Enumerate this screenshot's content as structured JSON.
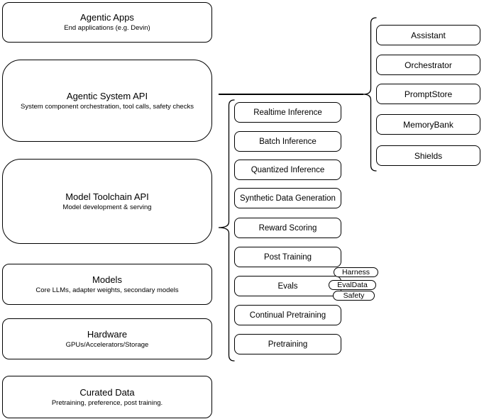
{
  "stack": {
    "layers": [
      {
        "title": "Agentic Apps",
        "subtitle": "End applications (e.g. Devin)"
      },
      {
        "title": "Agentic System API",
        "subtitle": "System component orchestration, tool calls, safety checks"
      },
      {
        "title": "Model Toolchain API",
        "subtitle": "Model development & serving"
      },
      {
        "title": "Models",
        "subtitle": "Core LLMs, adapter weights, secondary models"
      },
      {
        "title": "Hardware",
        "subtitle": "GPUs/Accelerators/Storage"
      },
      {
        "title": "Curated Data",
        "subtitle": "Pretraining, preference, post training."
      }
    ]
  },
  "toolchain": {
    "items": [
      "Realtime Inference",
      "Batch Inference",
      "Quantized Inference",
      "Synthetic Data Generation",
      "Reward Scoring",
      "Post Training",
      "Evals",
      "Continual Pretraining",
      "Pretraining"
    ]
  },
  "evals": {
    "tags": [
      "Harness",
      "EvalData",
      "Safety"
    ]
  },
  "components": {
    "items": [
      "Assistant",
      "Orchestrator",
      "PromptStore",
      "MemoryBank",
      "Shields"
    ]
  },
  "colors": {
    "stroke": "#000000",
    "fill": "#ffffff",
    "text": "#000000"
  }
}
